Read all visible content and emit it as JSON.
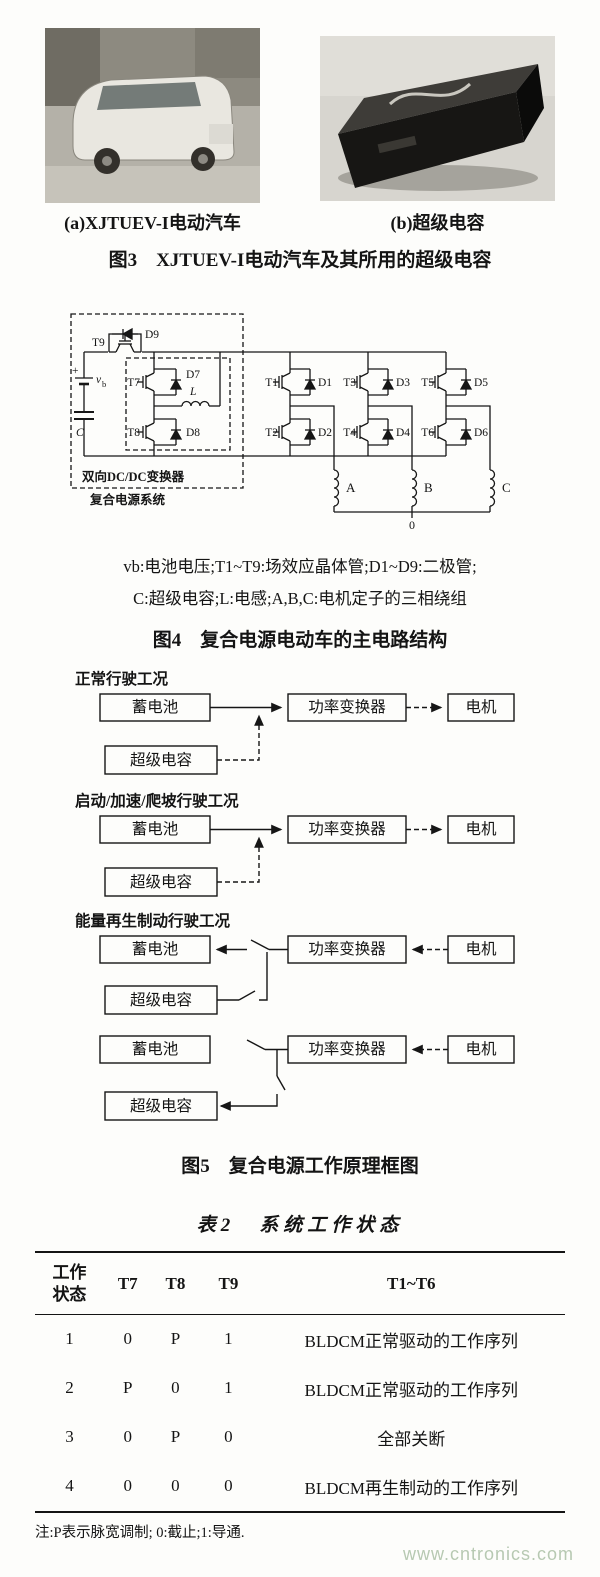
{
  "page": {
    "watermark": "www.cntronics.com"
  },
  "fig3": {
    "caption_a": "(a)XJTUEV-I电动汽车",
    "caption_b": "(b)超级电容",
    "title": "图3　XJTUEV-I电动汽车及其所用的超级电容"
  },
  "fig4": {
    "labels": {
      "plus": "+",
      "v": "v",
      "b": "b",
      "cap": "C",
      "t9": "T9",
      "d9": "D9",
      "t7": "T7",
      "d7": "D7",
      "t8": "T8",
      "d8": "D8",
      "l": "L",
      "t1": "T1",
      "d1": "D1",
      "t2": "T2",
      "d2": "D2",
      "t3": "T3",
      "d3": "D3",
      "t4": "T4",
      "d4": "D4",
      "t5": "T5",
      "d5": "D5",
      "t6": "T6",
      "d6": "D6",
      "phase_a": "A",
      "phase_b": "B",
      "phase_c": "C",
      "neutral": "0",
      "dcdc": "双向DC/DC变换器",
      "system": "复合电源系统"
    },
    "legend_line1": "vb:电池电压;T1~T9:场效应晶体管;D1~D9:二极管;",
    "legend_line2": "C:超级电容;L:电感;A,B,C:电机定子的三相绕组",
    "title": "图4　复合电源电动车的主电路结构"
  },
  "fig5": {
    "scenarios": [
      {
        "label": "正常行驶工况"
      },
      {
        "label": "启动/加速/爬坡行驶工况"
      },
      {
        "label": "能量再生制动行驶工况"
      }
    ],
    "boxes": {
      "battery": "蓄电池",
      "converter": "功率变换器",
      "motor": "电机",
      "supercap": "超级电容"
    },
    "title": "图5　复合电源工作原理框图"
  },
  "table2": {
    "title": "表2　系统工作状态",
    "header": {
      "col1_line1": "工作",
      "col1_line2": "状态",
      "t7": "T7",
      "t8": "T8",
      "t9": "T9",
      "t1_t6": "T1~T6"
    },
    "rows": [
      {
        "state": "1",
        "t7": "0",
        "t8": "P",
        "t9": "1",
        "seq": "BLDCM正常驱动的工作序列"
      },
      {
        "state": "2",
        "t7": "P",
        "t8": "0",
        "t9": "1",
        "seq": "BLDCM正常驱动的工作序列"
      },
      {
        "state": "3",
        "t7": "0",
        "t8": "P",
        "t9": "0",
        "seq": "全部关断"
      },
      {
        "state": "4",
        "t7": "0",
        "t8": "0",
        "t9": "0",
        "seq": "BLDCM再生制动的工作序列"
      }
    ],
    "note": "注:P表示脉宽调制; 0:截止;1:导通."
  }
}
